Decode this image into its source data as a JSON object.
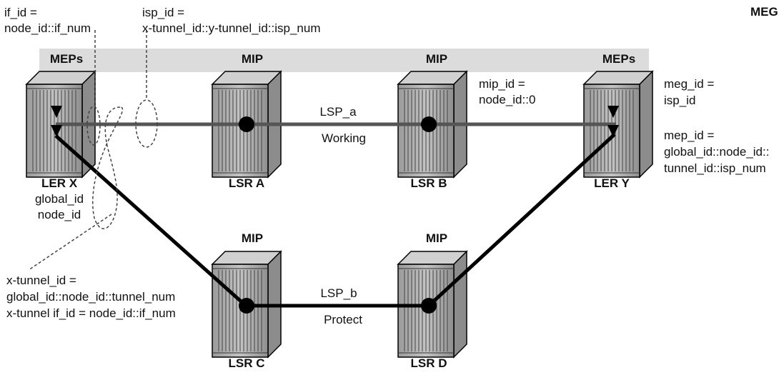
{
  "corner_label": "MEG",
  "band": {
    "left_label": "MEPs",
    "right_label": "MEPs"
  },
  "nodes": {
    "ler_x": {
      "name": "LER X",
      "role": "MEPs",
      "sub1": "global_id",
      "sub2": "node_id"
    },
    "lsr_a": {
      "name": "LSR A",
      "role": "MIP"
    },
    "lsr_b": {
      "name": "LSR B",
      "role": "MIP"
    },
    "ler_y": {
      "name": "LER Y",
      "role": "MEPs"
    },
    "lsr_c": {
      "name": "LSR C",
      "role": "MIP"
    },
    "lsr_d": {
      "name": "LSR D",
      "role": "MIP"
    }
  },
  "paths": {
    "lsp_a": {
      "name": "LSP_a",
      "role": "Working"
    },
    "lsp_b": {
      "name": "LSP_b",
      "role": "Protect"
    }
  },
  "annotations": {
    "if_id_1": "if_id =",
    "if_id_2": "node_id::if_num",
    "isp_id_1": "isp_id =",
    "isp_id_2": "x-tunnel_id::y-tunnel_id::isp_num",
    "mip_id_1": "mip_id =",
    "mip_id_2": "node_id::0",
    "meg_id_1": "meg_id =",
    "meg_id_2": "isp_id",
    "mep_id_1": "mep_id =",
    "mep_id_2": "global_id::node_id::",
    "mep_id_3": "tunnel_id::isp_num",
    "xt_1": "x-tunnel_id =",
    "xt_2": "global_id::node_id::tunnel_num",
    "xt_3": "x-tunnel if_id = node_id::if_num"
  }
}
